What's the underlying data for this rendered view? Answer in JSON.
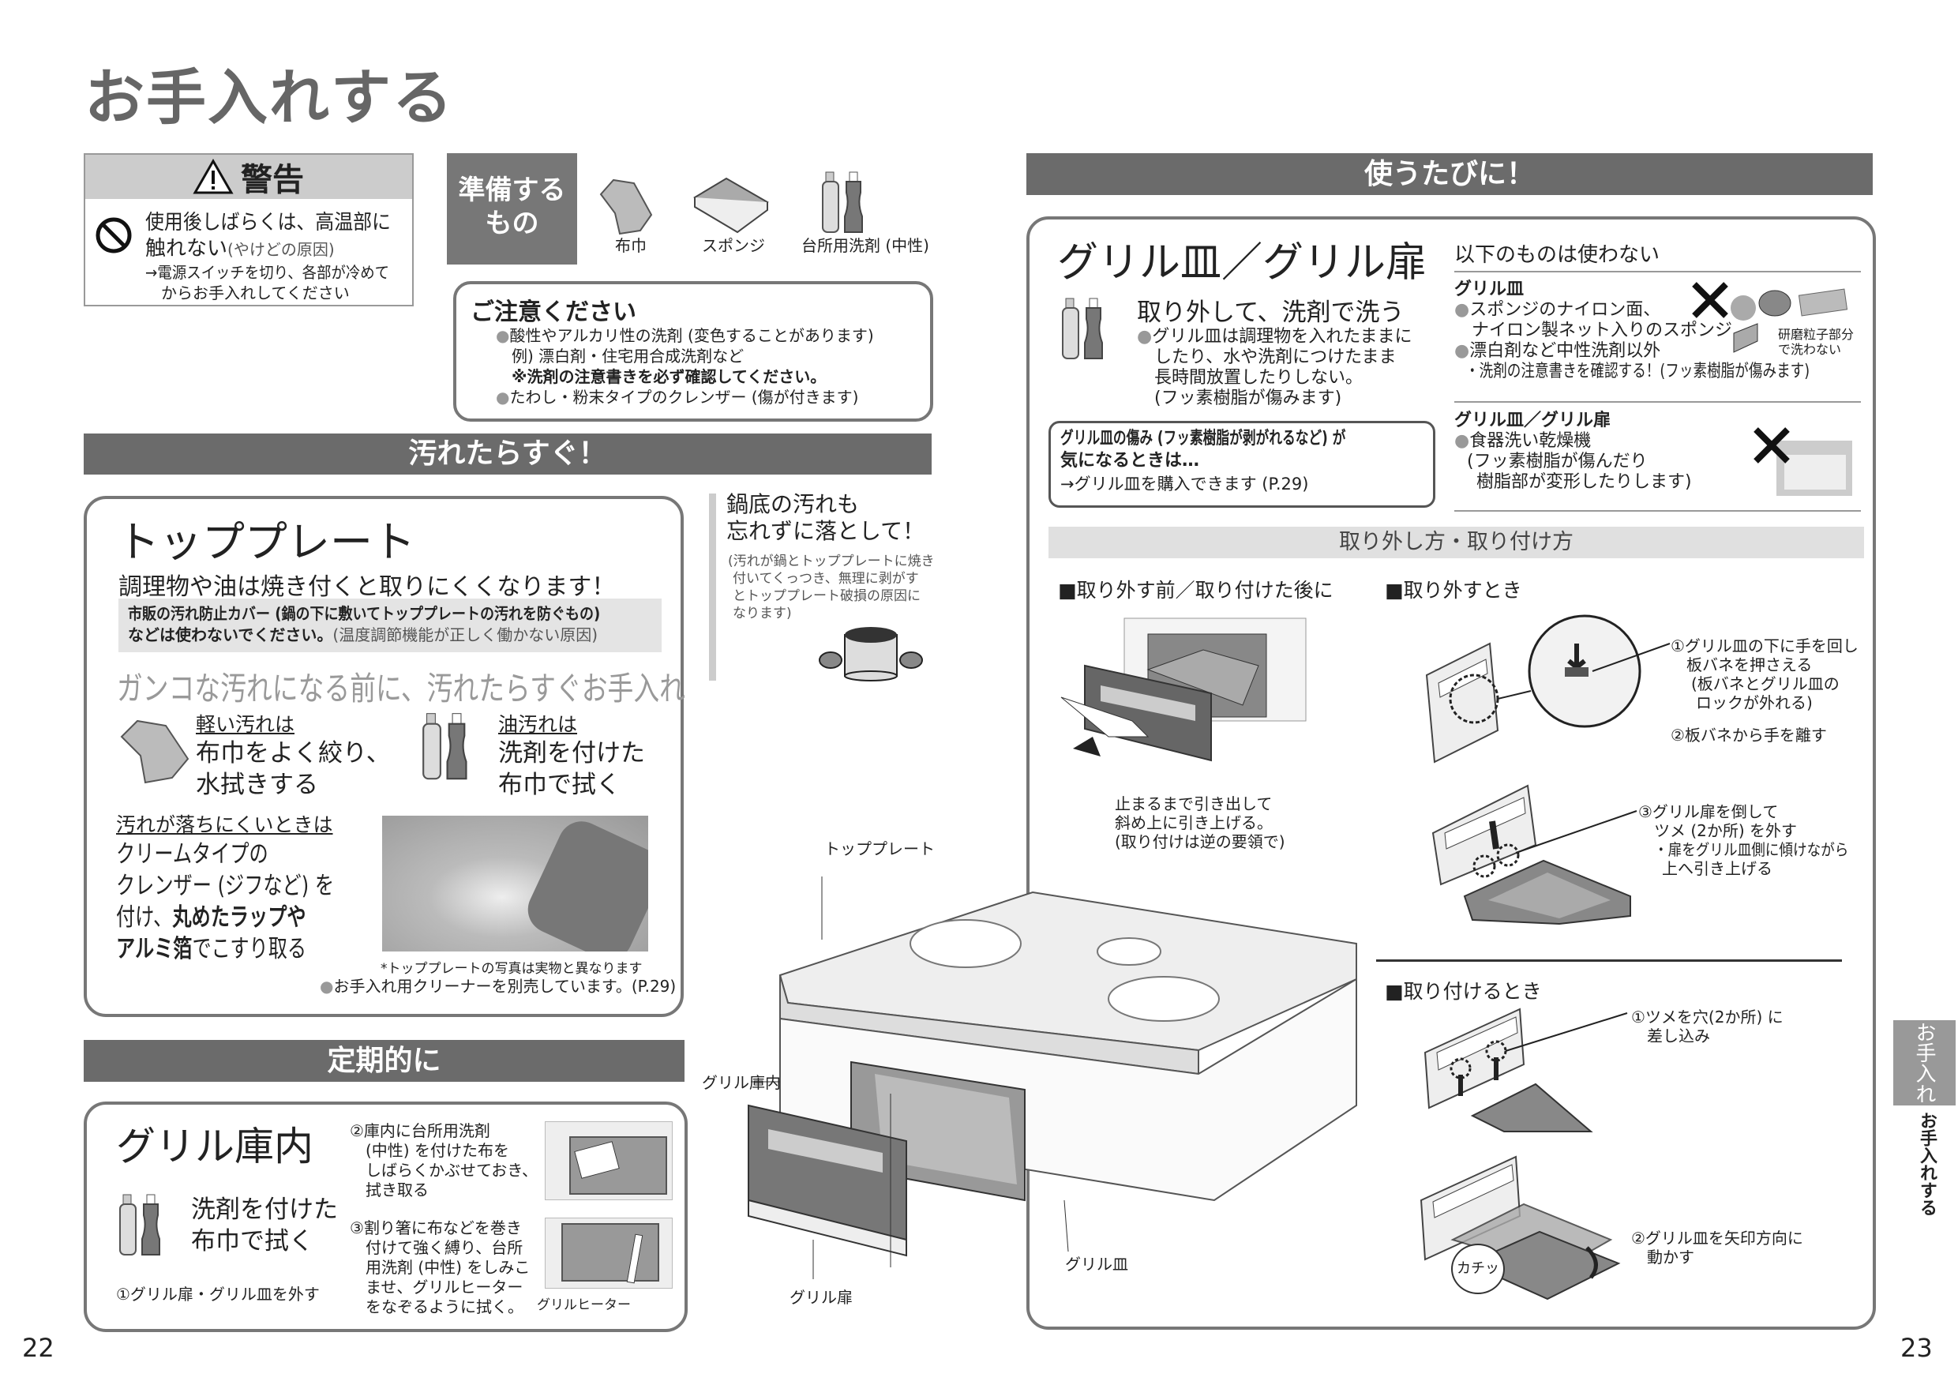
{
  "page_title": "お手入れする",
  "warning": {
    "header": "警告",
    "line1": "使用後しばらくは、高温部に",
    "line2_bold": "触れない",
    "line2_note": "(やけどの原因)",
    "line3": "→電源スイッチを切り、各部が冷めて",
    "line4": "からお手入れしてください"
  },
  "prepare": {
    "label_line1": "準備する",
    "label_line2": "もの",
    "items": [
      {
        "label": "布巾",
        "icon": "cloth-icon"
      },
      {
        "label": "スポンジ",
        "icon": "sponge-icon"
      },
      {
        "label": "台所用洗剤 (中性)",
        "icon": "detergent-bottles-icon"
      }
    ]
  },
  "caution": {
    "title": "ご注意ください",
    "item1": "酸性やアルカリ性の洗剤 (変色することがあります)",
    "item1_example": "例) 漂白剤・住宅用合成洗剤など",
    "item1_note": "※洗剤の注意書きを必ず確認してください。",
    "item2": "たわし・粉末タイプのクレンザー (傷が付きます)"
  },
  "section_dirty": "汚れたらすぐ！",
  "top_plate": {
    "title": "トッププレート",
    "subtitle": "調理物や油は焼き付くと取りにくくなります！",
    "notice_bold1": "市販の汚れ防止カバー (鍋の下に敷いてトッププレートの汚れを防ぐもの)",
    "notice_bold2": "などは使わないでください。",
    "notice_note": "(温度調節機能が正しく働かない原因)",
    "slogan": "ガンコな汚れになる前に、汚れたらすぐお手入れ",
    "light": {
      "heading": "軽い汚れは",
      "line1": "布巾をよく絞り、",
      "line2": "水拭きする"
    },
    "oil": {
      "heading": "油汚れは",
      "line1": "洗剤を付けた",
      "line2": "布巾で拭く"
    },
    "hard": {
      "heading": "汚れが落ちにくいときは",
      "line1": "クリームタイプの",
      "line2": "クレンザー (ジフなど) を",
      "line3_a": "付け、",
      "line3_b": "丸めたラップや",
      "line4_a": "アルミ箔",
      "line4_b": "でこすり取る"
    },
    "photo_note": "*トッププレートの写真は実物と異なります",
    "cleaner_note": "お手入れ用クリーナーを別売しています。(P.29)"
  },
  "pot_bottom": {
    "title_line1": "鍋底の汚れも",
    "title_line2": "忘れずに落として！",
    "note": [
      "(汚れが鍋とトッププレートに焼き",
      "付いてくっつき、無理に剥がす",
      "とトッププレート破損の原因に",
      "なります)"
    ]
  },
  "section_regular": "定期的に",
  "grill_interior": {
    "title": "グリル庫内",
    "main_line1": "洗剤を付けた",
    "main_line2": "布巾で拭く",
    "step1": "①グリル扉・グリル皿を外す",
    "step2": [
      "②庫内に台所用洗剤",
      "(中性) を付けた布を",
      "しばらくかぶせておき、",
      "拭き取る"
    ],
    "step3": [
      "③割り箸に布などを巻き",
      "付けて強く縛り、台所",
      "用洗剤 (中性) をしみこ",
      "ませ、グリルヒーター",
      "をなぞるように拭く。"
    ],
    "heater_label": "グリルヒーター"
  },
  "diagram_labels": {
    "top_plate": "トッププレート",
    "grill_interior": "グリル庫内",
    "grill_pan": "グリル皿",
    "grill_door": "グリル扉"
  },
  "section_every_use": "使うたびに！",
  "grill_pan": {
    "title": "グリル皿／グリル扉",
    "wash_title": "取り外して、洗剤で洗う",
    "wash_note": [
      "グリル皿は調理物を入れたままに",
      "したり、水や洗剤につけたまま",
      "長時間放置したりしない。",
      "(フッ素樹脂が傷みます)"
    ],
    "damage_line1": "グリル皿の傷み (フッ素樹脂が剥がれるなど) が",
    "damage_line2": "気になるときは…",
    "damage_line3": "→グリル皿を購入できます (P.29)",
    "dont_use": {
      "title": "以下のものは使わない",
      "pan_heading": "グリル皿",
      "pan_item1_line1": "スポンジのナイロン面、",
      "pan_item1_line2": "ナイロン製ネット入りのスポンジ",
      "pan_item2": "漂白剤など中性洗剤以外",
      "pan_item2_note": "・洗剤の注意書きを確認する！(フッ素樹脂が傷みます)",
      "abrasive_label_line1": "研磨粒子部分",
      "abrasive_label_line2": "で洗わない",
      "both_heading": "グリル皿／グリル扉",
      "both_item": "食器洗い乾燥機",
      "both_note_line1": "(フッ素樹脂が傷んだり",
      "both_note_line2": "樹脂部が変形したりします)"
    }
  },
  "howto": {
    "band": "取り外し方・取り付け方",
    "before_title": "■取り外す前／取り付けた後に",
    "before_text": [
      "止まるまで引き出して",
      "斜め上に引き上げる。",
      "(取り付けは逆の要領で)"
    ],
    "remove_title": "■取り外すとき",
    "remove_step1": [
      "①グリル皿の下に手を回し",
      "板バネを押さえる",
      "(板バネとグリル皿の",
      "ロックが外れる)"
    ],
    "remove_step2": "②板バネから手を離す",
    "remove_step3": [
      "③グリル扉を倒して",
      "ツメ (2か所) を外す",
      "・扉をグリル皿側に傾けながら",
      "上へ引き上げる"
    ],
    "attach_title": "■取り付けるとき",
    "attach_step1": [
      "①ツメを穴(2か所) に",
      "差し込み"
    ],
    "attach_step2": [
      "②グリル皿を矢印方向に",
      "動かす"
    ],
    "click_sound": "カチッ"
  },
  "side_tab": {
    "active": "お手入れ",
    "sub": "お手入れする"
  },
  "page_numbers": {
    "left": "22",
    "right": "23"
  }
}
